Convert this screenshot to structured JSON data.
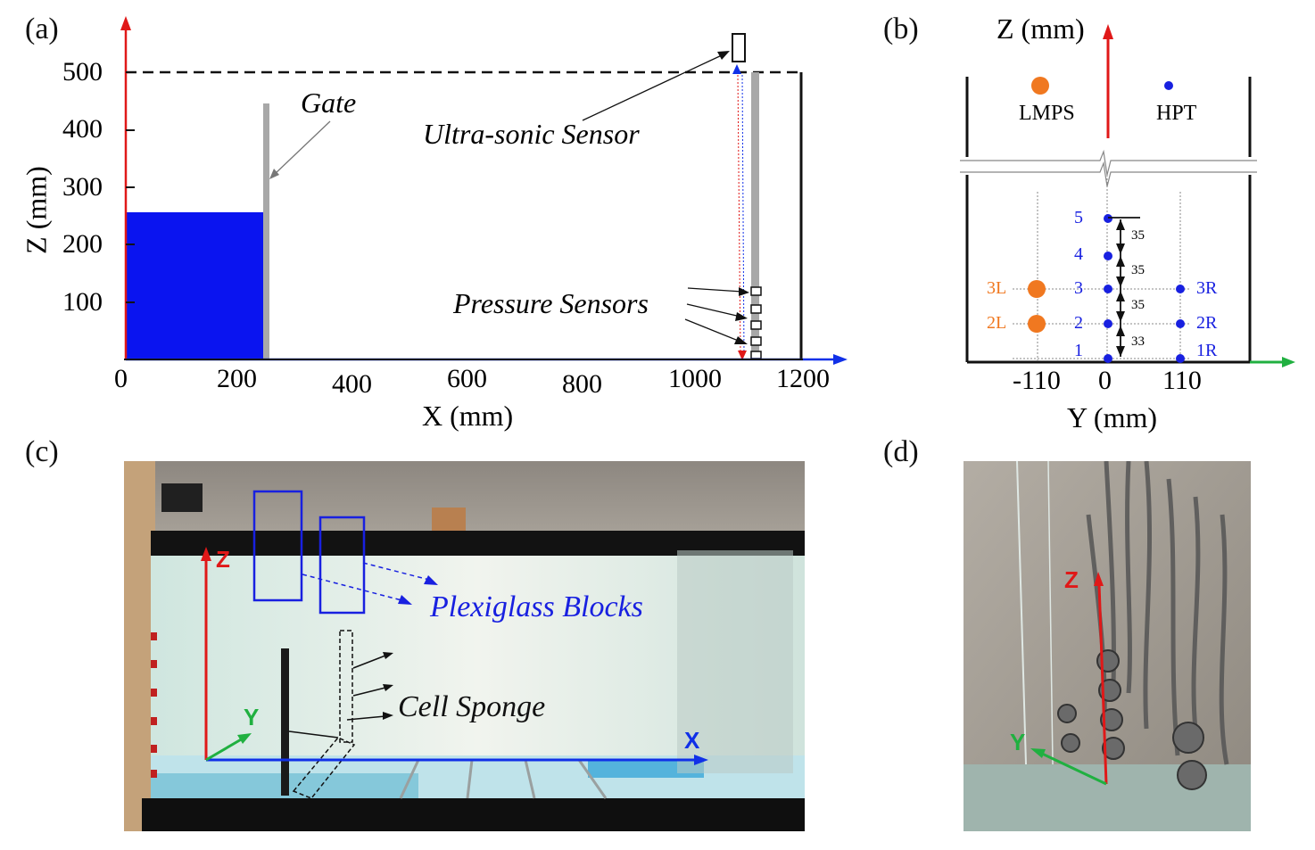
{
  "panels": {
    "a": {
      "label": "(a)",
      "zlabel": "Z (mm)",
      "xlabel": "X (mm)",
      "zticks": [
        "100",
        "200",
        "300",
        "400",
        "500"
      ],
      "xticks": [
        "0",
        "200",
        "400",
        "600",
        "800",
        "1000",
        "1200"
      ],
      "gate": "Gate",
      "ultrasonic": "Ultra-sonic Sensor",
      "pressure": "Pressure Sensors",
      "colors": {
        "water": "#0a14f0",
        "axis_z": "#e01818",
        "axis_x": "#1030e8",
        "gate": "#a8a8a8"
      }
    },
    "b": {
      "label": "(b)",
      "zlabel": "Z (mm)",
      "ylabel": "Y (mm)",
      "yticks": [
        "-110",
        "0",
        "110"
      ],
      "legend_lmps": "LMPS",
      "legend_hpt": "HPT",
      "center_numbers": [
        "5",
        "4",
        "3",
        "2",
        "1"
      ],
      "left_labels": [
        "3L",
        "2L"
      ],
      "right_labels": [
        "3R",
        "2R",
        "1R"
      ],
      "spacings": [
        "35",
        "35",
        "35",
        "33"
      ],
      "colors": {
        "lmps": "#f07820",
        "hpt": "#1820e0",
        "axis_z": "#e01818",
        "axis_y": "#20b040"
      }
    },
    "c": {
      "label": "(c)",
      "axis_z": "Z",
      "axis_y": "Y",
      "axis_x": "X",
      "blocks": "Plexiglass Blocks",
      "sponge": "Cell Sponge"
    },
    "d": {
      "label": "(d)",
      "axis_z": "Z",
      "axis_y": "Y"
    }
  }
}
